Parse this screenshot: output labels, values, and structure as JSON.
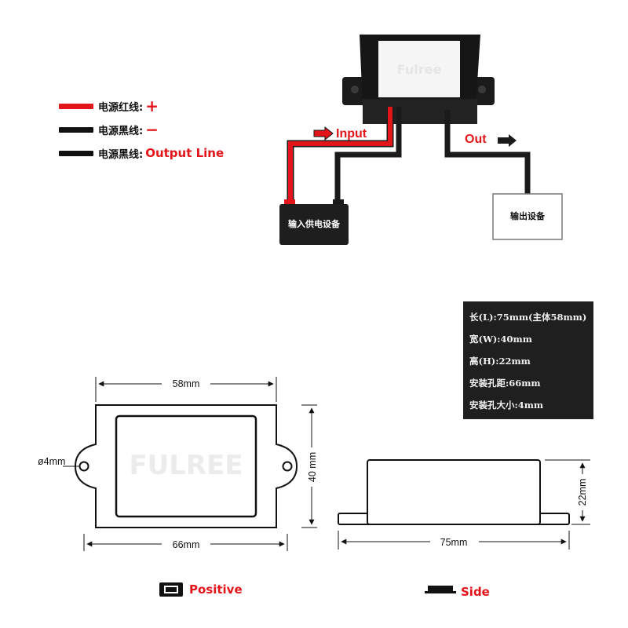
{
  "legend": {
    "items": [
      {
        "label": "电源红线:",
        "suffix": "+",
        "color": "#e3151a"
      },
      {
        "label": "电源黑线:",
        "suffix": "−",
        "color": "#111111"
      },
      {
        "label": "电源黑线:",
        "suffix": "Output Line",
        "color": "#111111"
      }
    ]
  },
  "wiring": {
    "module_brand": "Fulree",
    "input_label": "Input",
    "output_label": "Out",
    "source_device": "输入供电设备",
    "load_device": "输出设备"
  },
  "specs": {
    "lines": [
      "长(L):75mm(主体58mm)",
      "宽(W):40mm",
      "高(H):22mm",
      "安装孔距:66mm",
      "安装孔大小:4mm"
    ]
  },
  "front_view": {
    "body_width": "58mm",
    "overall_width": "66mm",
    "height": "40 mm",
    "hole": "ø4mm",
    "watermark": "FULREE",
    "caption": "Positive"
  },
  "side_view": {
    "length": "75mm",
    "height": "22mm",
    "caption": "Side"
  },
  "colors": {
    "accent_red": "#e3151a",
    "device_black": "#1e1e1e"
  }
}
